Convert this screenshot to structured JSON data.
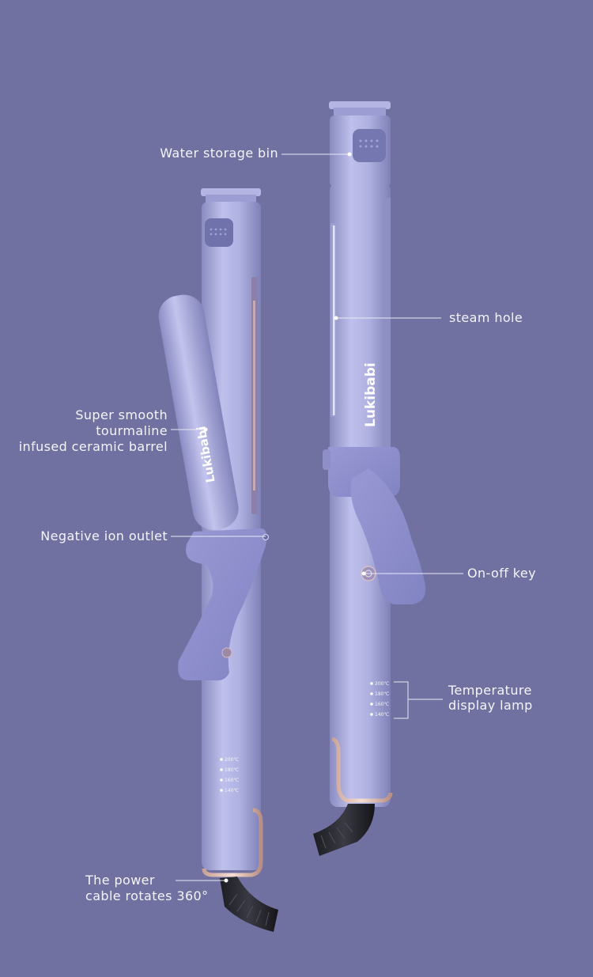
{
  "background_color": "#7171a1",
  "device_color": "#a9aad9",
  "brand": "Lukibabi",
  "callouts": {
    "water_storage_bin": "Water storage bin",
    "steam_hole": "steam hole",
    "barrel_line1": "Super smooth",
    "barrel_line2": "tourmaline",
    "barrel_line3": "infused ceramic barrel",
    "negative_ion_outlet": "Negative ion outlet",
    "on_off_key": "On-off key",
    "temp_lamp_line1": "Temperature",
    "temp_lamp_line2": "display lamp",
    "power_cable_line1": "The power",
    "power_cable_line2": "cable rotates 360°"
  },
  "temperature_levels": [
    "200℃",
    "180℃",
    "160℃",
    "140℃"
  ]
}
